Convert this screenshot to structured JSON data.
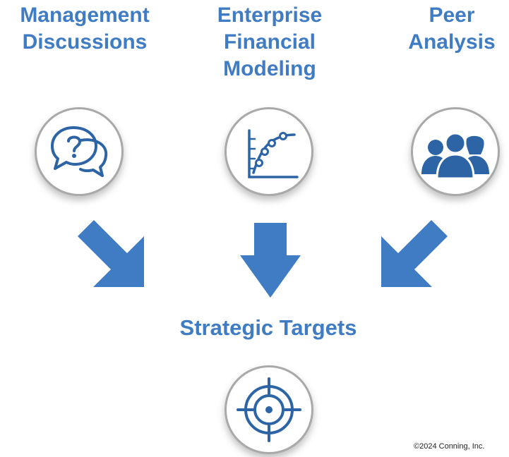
{
  "colors": {
    "accent": "#3f7cc3",
    "icon": "#2c64a5",
    "circle_border": "#a9a9a9"
  },
  "sources": [
    {
      "lines": [
        "Management",
        "Discussions"
      ],
      "icon": "speech-bubbles-question-icon"
    },
    {
      "lines": [
        "Enterprise",
        "Financial",
        "Modeling"
      ],
      "icon": "curve-chart-icon"
    },
    {
      "lines": [
        "Peer",
        "Analysis"
      ],
      "icon": "people-group-icon"
    }
  ],
  "target": {
    "label": "Strategic Targets",
    "icon": "crosshair-target-icon"
  },
  "footer": {
    "copyright": "©2024 Conning, Inc."
  }
}
